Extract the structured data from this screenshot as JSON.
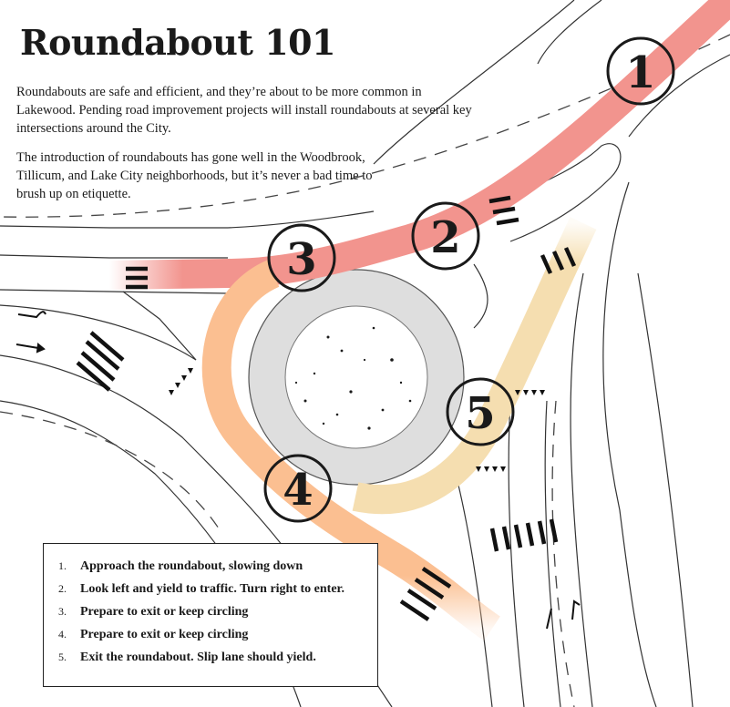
{
  "header": {
    "title": "Roundabout 101",
    "intro_1": "Roundabouts are safe and efficient, and they’re about to be more common in Lakewood. Pending road improvement projects will install roundabouts at several key intersections around the City.",
    "intro_2": "The introduction of roundabouts has gone well in the Woodbrook, Tillicum, and Lake City neighborhoods, but it’s never a bad time to brush up on etiquette."
  },
  "markers": [
    "1",
    "2",
    "3",
    "4",
    "5"
  ],
  "legend": {
    "steps": [
      {
        "num": "1.",
        "text": "Approach the roundabout, slowing down"
      },
      {
        "num": "2.",
        "text": "Look left and yield to traffic. Turn right to enter."
      },
      {
        "num": "3.",
        "text": "Prepare to exit or keep circling"
      },
      {
        "num": "4.",
        "text": "Prepare to exit or keep circling"
      },
      {
        "num": "5.",
        "text": "Exit the roundabout. Slip lane should yield."
      }
    ]
  },
  "colors": {
    "path_red": "#f2948e",
    "path_orange": "#fbbf91",
    "path_yellow": "#f5deb0",
    "island_ring": "#dedede",
    "ink": "#1a1a1a"
  }
}
